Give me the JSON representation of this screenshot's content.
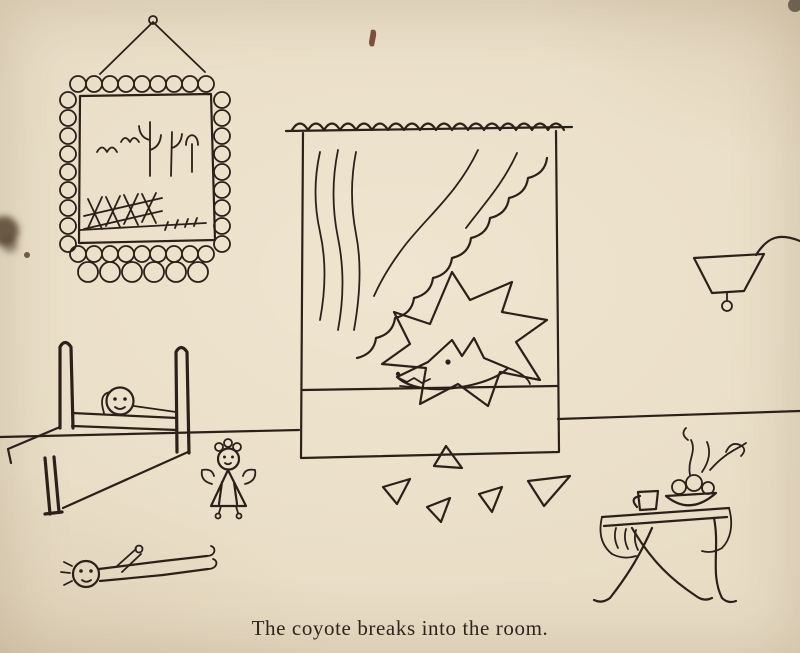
{
  "figure": {
    "caption": "The coyote breaks into the room."
  },
  "colors": {
    "paper": "#e9ddc6",
    "ink": "#2b2118",
    "stain": "#4e3b27"
  },
  "scene": {
    "elements": [
      "framed picture of desert landscape",
      "window with curtain",
      "coyote breaking through window",
      "broken glass shards",
      "bed with sleeping child",
      "rag doll",
      "child lying on floor",
      "wall lamp",
      "table with fruit bowl and cup"
    ]
  }
}
